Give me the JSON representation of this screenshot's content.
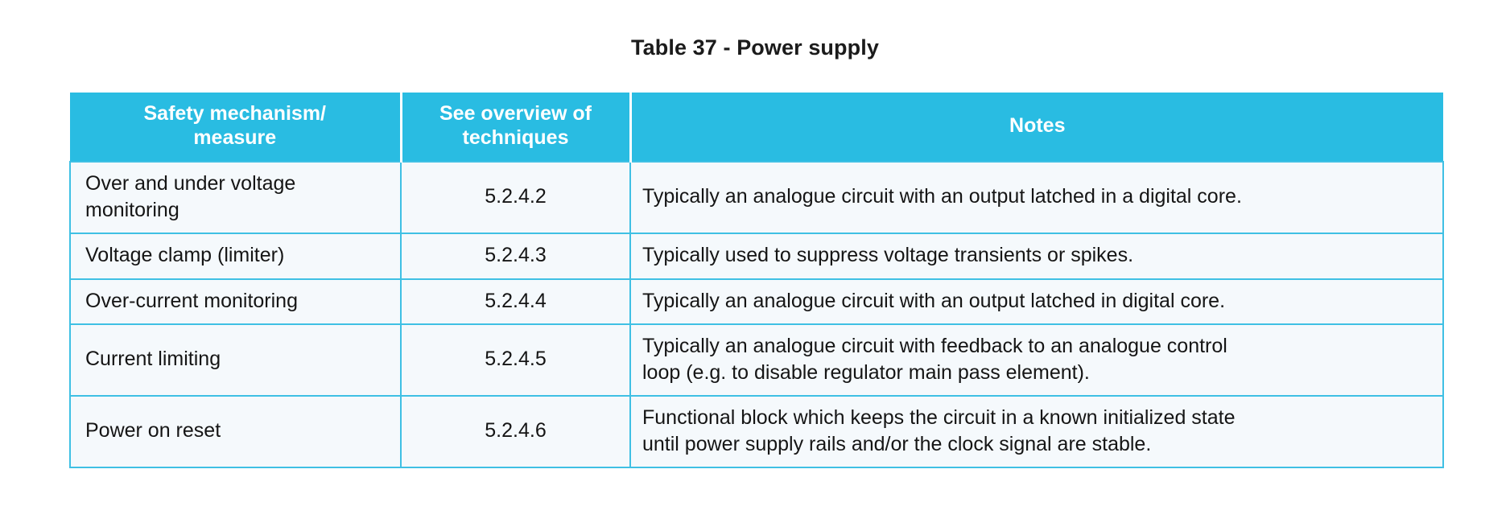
{
  "document": {
    "title": "Table 37 - Power supply"
  },
  "colors": {
    "header_background": "#29BCE2",
    "header_text": "#FFFFFF",
    "cell_background": "#F5F9FC",
    "cell_border": "#3FC0E4",
    "page_background": "#FFFFFF",
    "body_text": "#151515"
  },
  "table": {
    "columns": [
      {
        "key": "measure",
        "label": "Safety mechanism/ measure",
        "label_line1": "Safety mechanism/",
        "label_line2": "measure"
      },
      {
        "key": "reference",
        "label": "See overview of techniques",
        "label_line1": "See overview of",
        "label_line2": "techniques"
      },
      {
        "key": "notes",
        "label": "Notes",
        "label_line1": "Notes",
        "label_line2": ""
      }
    ],
    "rows": [
      {
        "measure": "Over and under voltage monitoring",
        "reference": "5.2.4.2",
        "notes_line1": "Typically an analogue circuit with an output latched in a digital core.",
        "notes_line2": ""
      },
      {
        "measure": "Voltage clamp (limiter)",
        "reference": "5.2.4.3",
        "notes_line1": "Typically used to suppress voltage transients or spikes.",
        "notes_line2": ""
      },
      {
        "measure": "Over-current monitoring",
        "reference": "5.2.4.4",
        "notes_line1": "Typically an analogue circuit with an output latched in digital core.",
        "notes_line2": ""
      },
      {
        "measure": "Current limiting",
        "reference": "5.2.4.5",
        "notes_line1": "Typically an analogue circuit with feedback to an analogue control",
        "notes_line2": "loop (e.g. to disable regulator main pass element)."
      },
      {
        "measure": "Power on reset",
        "reference": "5.2.4.6",
        "notes_line1": "Functional block which keeps the circuit in a known initialized state",
        "notes_line2": "until power supply rails and/or the clock signal are stable."
      }
    ]
  }
}
